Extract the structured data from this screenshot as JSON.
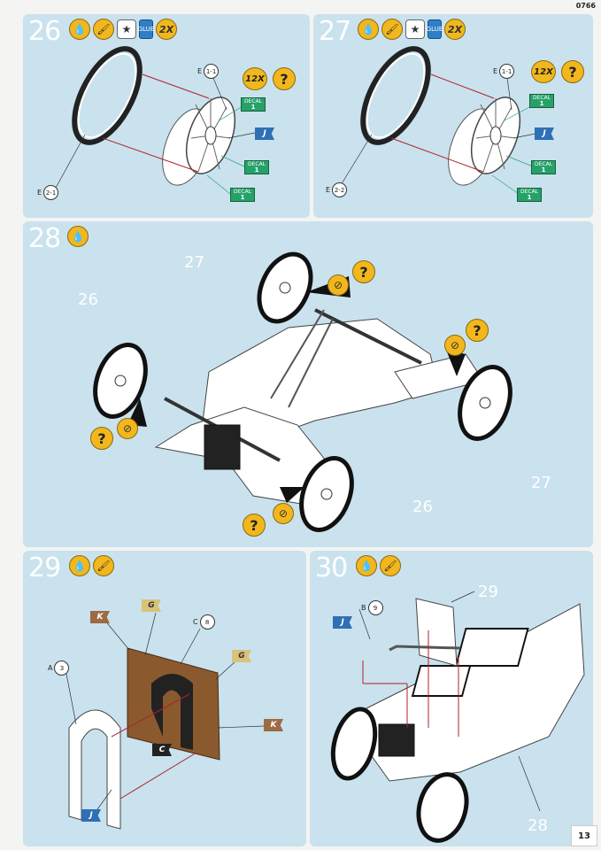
{
  "doc_code": "0766",
  "page_number": "13",
  "steps": [
    {
      "number": "26",
      "multiplier": "2X",
      "quantity": "12X",
      "part_left": "E",
      "part_left_num": "2-1",
      "part_right": "E",
      "part_right_num": "1-1",
      "decal_word": "DECAL",
      "decal_num": "1",
      "flag": "J"
    },
    {
      "number": "27",
      "multiplier": "2X",
      "quantity": "12X",
      "part_left": "E",
      "part_left_num": "2-2",
      "part_right": "E",
      "part_right_num": "1-1",
      "decal_word": "DECAL",
      "decal_num": "1",
      "flag": "J"
    },
    {
      "number": "28",
      "refs": [
        "27",
        "26",
        "27",
        "26"
      ]
    },
    {
      "number": "29",
      "flags": [
        "K",
        "G",
        "G",
        "C",
        "K",
        "J"
      ],
      "part_a": "A",
      "part_a_num": "3",
      "part_c": "C",
      "part_c_num": "8"
    },
    {
      "number": "30",
      "flag": "J",
      "part_b": "B",
      "part_b_num": "9",
      "refs": [
        "29",
        "28"
      ]
    }
  ],
  "glue_label": "GLUE",
  "question": "?"
}
